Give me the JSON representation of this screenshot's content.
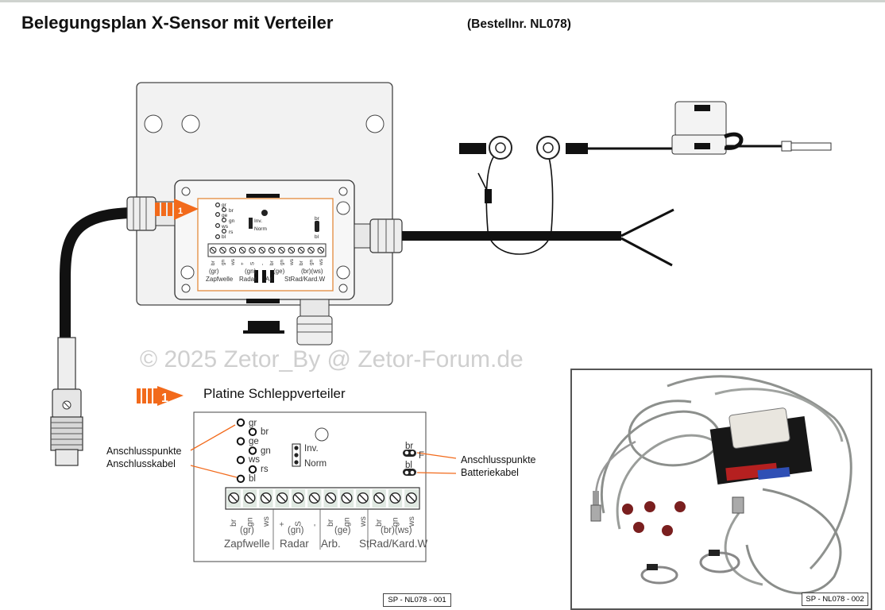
{
  "header": {
    "title": "Belegungsplan X-Sensor mit Verteiler",
    "order_number": "(Bestellnr. NL078)"
  },
  "watermark": "© 2025 Zetor_By @ Zetor-Forum.de",
  "callout_marker": "1",
  "platine": {
    "title": "Platine Schleppverteiler",
    "left_pins": [
      "gr",
      "br",
      "ge",
      "gn",
      "ws",
      "rs",
      "bl"
    ],
    "jumper_labels": [
      "Inv.",
      "Norm"
    ],
    "right_pins": [
      "br",
      "F",
      "bl"
    ],
    "terminal_colors": [
      "br",
      "gn",
      "ws",
      "+",
      "S",
      "-",
      "br",
      "gn",
      "ws",
      "br",
      "gn",
      "ws"
    ],
    "sub_labels": [
      "(gr)",
      "(gn)",
      "(ge)",
      "(br)(ws)"
    ],
    "group_labels": [
      "Zapfwelle",
      "Radar",
      "Arb.",
      "StRad/Kard.W"
    ],
    "box_terminal_labels": [
      "br",
      "gn",
      "ws",
      "+",
      "S",
      "-",
      "br",
      "gn",
      "ws",
      "br",
      "gn",
      "ws"
    ],
    "box_sub_labels": [
      "(gr)",
      "(gn)",
      "(ge)",
      "(br)(ws)"
    ],
    "box_group_labels": [
      "Zapfwelle",
      "Radar",
      "Ar.",
      "StRad/Kard.W"
    ]
  },
  "callouts": {
    "left": [
      "Anschlusspunkte",
      "Anschlusskabel"
    ],
    "right": [
      "Anschlusspunkte",
      "Batteriekabel"
    ]
  },
  "references": {
    "diagram": "SP - NL078 - 001",
    "photo": "SP - NL078 - 002"
  },
  "colors": {
    "accent_orange": "#f26a1b",
    "cable": "#111111",
    "enclosure": "#f2f2f2",
    "terminal_green": "#2f6b3a"
  }
}
